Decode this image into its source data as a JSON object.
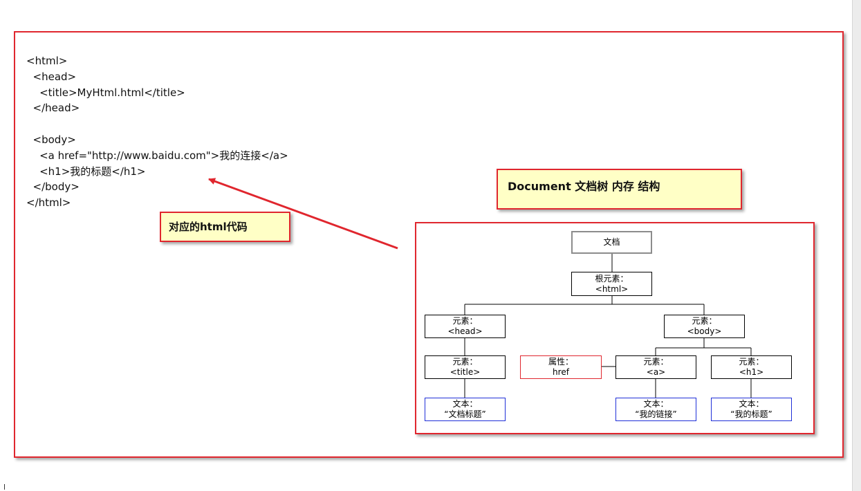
{
  "code_lines": [
    "<html>",
    "  <head>",
    "    <title>MyHtml.html</title>",
    "  </head>",
    "",
    "  <body>",
    "    <a href=\"http://www.baidu.com\">我的连接</a>",
    "    <h1>我的标题</h1>",
    "  </body>",
    "</html>"
  ],
  "callouts": {
    "code": "对应的html代码",
    "doc": "Document 文档树 内存 结构"
  },
  "tree": {
    "document": "文档",
    "root": {
      "line1": "根元素：",
      "line2": "<html>"
    },
    "head": {
      "line1": "元素：",
      "line2": "<head>"
    },
    "body": {
      "line1": "元素：",
      "line2": "<body>"
    },
    "title": {
      "line1": "元素：",
      "line2": "<title>"
    },
    "attr": {
      "line1": "属性：",
      "line2": "href"
    },
    "a": {
      "line1": "元素：",
      "line2": "<a>"
    },
    "h1": {
      "line1": "元素：",
      "line2": "<h1>"
    },
    "text_title": {
      "line1": "文本：",
      "line2": "“文档标题”"
    },
    "text_a": {
      "line1": "文本：",
      "line2": "“我的链接”"
    },
    "text_h1": {
      "line1": "文本：",
      "line2": "“我的标题”"
    }
  },
  "colors": {
    "frame_red": "#e0262e",
    "callout_fill": "#ffffc6",
    "text_node_blue": "#1f2fd8",
    "document_gray": "#8c8c8c"
  }
}
